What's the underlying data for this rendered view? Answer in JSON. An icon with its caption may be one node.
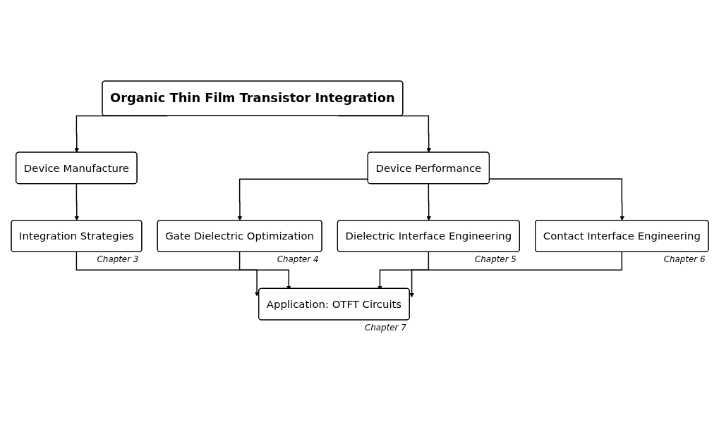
{
  "diagram": {
    "nodes": [
      {
        "text": [
          "Organic Thin Film Transistor Integration"
        ]
      },
      {
        "text": [
          "Device Manufacture"
        ]
      },
      {
        "text": [
          "Device Performance"
        ]
      },
      {
        "text": [
          "Integration Strategies"
        ],
        "beside": [
          "Chapter 3"
        ]
      },
      {
        "text": [
          "Gate Dielectric Optimization"
        ],
        "beside": [
          "Chapter 4"
        ]
      },
      {
        "text": [
          "Dielectric Interface Engineering"
        ],
        "beside": [
          "Chapter 5"
        ]
      },
      {
        "text": [
          "Contact Interface Engineering"
        ],
        "beside": [
          "Chapter 6"
        ]
      },
      {
        "text": [
          "Application: OTFT Circuits"
        ],
        "beside": [
          "Chapter 7"
        ]
      }
    ],
    "edges": [
      {
        "from": 0,
        "to": 1,
        "arrow": "to"
      },
      {
        "from": 0,
        "to": 2,
        "arrow": "to"
      },
      {
        "from": 1,
        "to": 3,
        "arrow": "to"
      },
      {
        "from": 2,
        "to": 4,
        "arrow": "to"
      },
      {
        "from": 2,
        "to": 5,
        "arrow": "to"
      },
      {
        "from": 2,
        "to": 6,
        "arrow": "to"
      },
      {
        "from": 3,
        "to": 7,
        "arrow": "to"
      },
      {
        "from": 4,
        "to": 7,
        "arrow": "to"
      },
      {
        "from": 5,
        "to": 7,
        "arrow": "to"
      },
      {
        "from": 6,
        "to": 7,
        "arrow": "to"
      }
    ]
  }
}
